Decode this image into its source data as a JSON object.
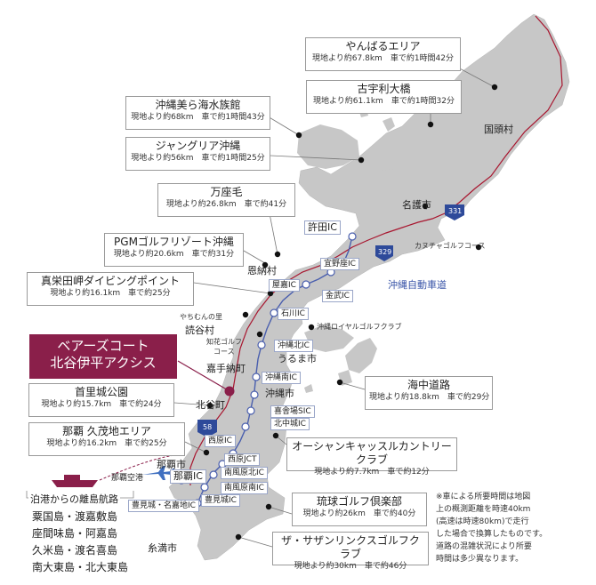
{
  "highlight": {
    "line1": "ベアーズコート",
    "line2": "北谷伊平アクシス"
  },
  "callouts": {
    "yanbaru": {
      "title": "やんばるエリア",
      "detail": "現地より約67.8km　車で約1時間42分"
    },
    "kouri": {
      "title": "古宇利大橋",
      "detail": "現地より約61.1km　車で約1時間32分"
    },
    "churaumi": {
      "title": "沖縄美ら海水族館",
      "detail": "現地より約68km　車で約1時間43分"
    },
    "junglia": {
      "title": "ジャングリア沖縄",
      "detail": "現地より約56km　車で約1時間25分"
    },
    "manzamo": {
      "title": "万座毛",
      "detail": "現地より約26.8km　車で約41分"
    },
    "pgm": {
      "title": "PGMゴルフリゾート沖縄",
      "detail": "現地より約20.6km　車で約31分"
    },
    "maeda": {
      "title": "真栄田岬ダイビングポイント",
      "detail": "現地より約16.1km　車で約25分"
    },
    "shuri": {
      "title": "首里城公園",
      "detail": "現地より約15.7km　車で約24分"
    },
    "kumoji": {
      "title": "那覇 久茂地エリア",
      "detail": "現地より約16.2km　車で約25分"
    },
    "kaichu": {
      "title": "海中道路",
      "detail": "現地より約18.8km　車で約29分"
    },
    "oceancastle": {
      "title": "オーシャンキャッスルカントリークラブ",
      "detail": "現地より約7.7km　車で約12分"
    },
    "ryukyu": {
      "title": "琉球ゴルフ倶楽部",
      "detail": "現地より約26km　車で約40分"
    },
    "southern": {
      "title": "ザ・サザンリンクスゴルフクラブ",
      "detail": "現地より約30km　車で約46分"
    }
  },
  "ics": {
    "kyoda": "許田IC",
    "ginoza": "宜野座IC",
    "yaka": "屋嘉IC",
    "kin": "金武IC",
    "ishikawa": "石川IC",
    "okinawakita": "沖縄北IC",
    "okinawaminami": "沖縄南IC",
    "kitanakagusuku": "北中城IC",
    "kishaba": "喜舎場SIC",
    "nishihara": "西原IC",
    "nishiharajct": "西原JCT",
    "haebarukita": "南風原北IC",
    "haebaruminami": "南風原南IC",
    "naha": "那覇IC",
    "tomigusuku": "豊見城・名嘉地IC",
    "tomigusukuic": "豊見城IC"
  },
  "places": {
    "kunigami": "国頭村",
    "nago": "名護市",
    "onna": "恩納村",
    "yomitan": "読谷村",
    "uruma": "うるま市",
    "kadena": "嘉手納町",
    "okinawa": "沖縄市",
    "chatan": "北谷町",
    "naha": "那覇市",
    "itoman": "糸満市",
    "airport": "那覇空港"
  },
  "small_labels": {
    "kanucha": "カヌチャゴルフコース",
    "expressway": "沖縄自動車道",
    "yachimun": "やちむんの里",
    "chibana_1": "知花ゴルフ",
    "chibana_2": "コース",
    "royal": "沖縄ロイヤルゴルフクラブ"
  },
  "roads": {
    "r329": "329",
    "r331": "331",
    "r58": "58"
  },
  "ferry": {
    "title": "泊港からの離島航路",
    "islands": [
      "粟国島・渡嘉敷島",
      "座間味島・阿嘉島",
      "久米島・渡名喜島",
      "南大東島・北大東島"
    ]
  },
  "note": [
    "※車による所要時間は地図",
    "上の概測距離を時速40km",
    "(高速は時速80km)で走行",
    "した場合で換算したものです。",
    "道路の混雑状況により所要",
    "時間は多少異なります。"
  ],
  "colors": {
    "land": "#c7c7c7",
    "highlight": "#8a1f4a",
    "expressway": "#4a5fae",
    "route_red": "#b0203a",
    "coast_road": "#a8162f"
  }
}
